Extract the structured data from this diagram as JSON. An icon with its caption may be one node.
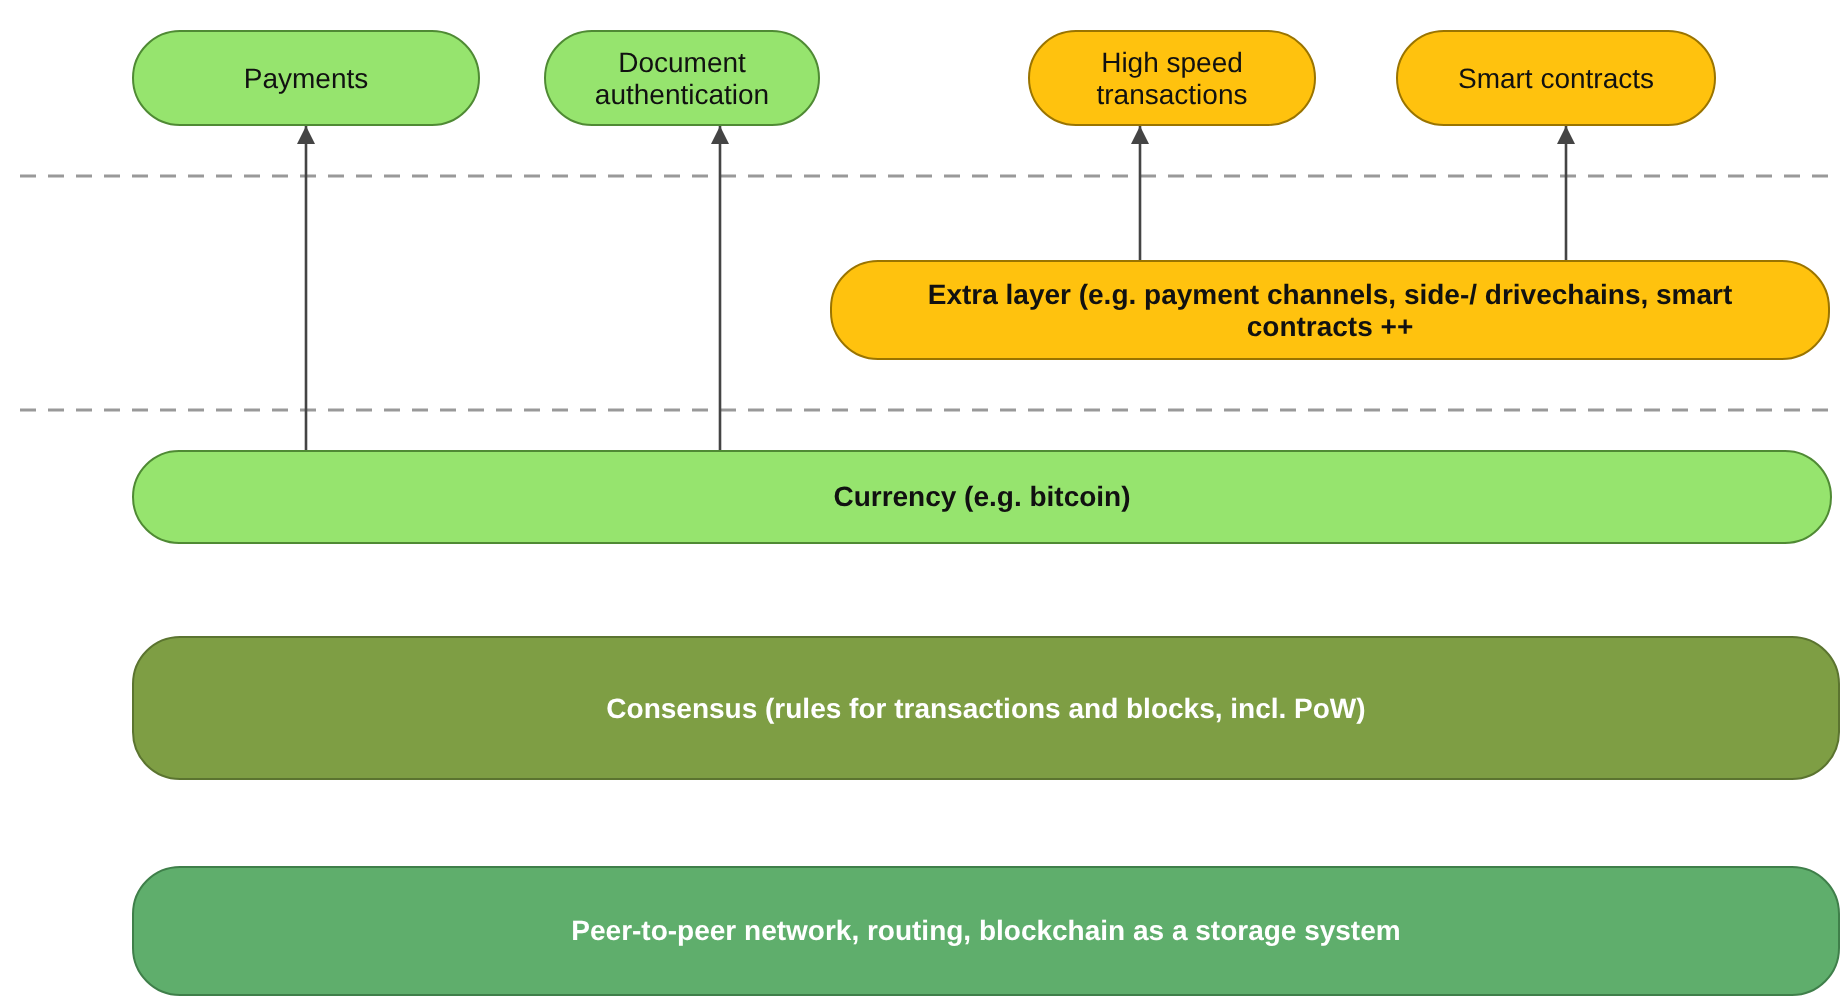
{
  "diagram": {
    "nodes": [
      {
        "text": [
          "Payments"
        ]
      },
      {
        "text": [
          "Document authentication"
        ]
      },
      {
        "text": [
          "High speed transactions"
        ]
      },
      {
        "text": [
          "Smart contracts"
        ]
      },
      {
        "text": [
          "Extra layer (e.g. payment channels, side-/ drivechains, smart contracts ++"
        ]
      },
      {
        "text": [
          "Currency (e.g. bitcoin)"
        ]
      },
      {
        "text": [
          "Consensus (rules for transactions and blocks, incl. PoW)"
        ]
      },
      {
        "text": [
          "Peer-to-peer network, routing, blockchain as a storage system"
        ]
      }
    ],
    "edges": [
      {
        "from": 5,
        "to": 0,
        "arrow": "to"
      },
      {
        "from": 5,
        "to": 1,
        "arrow": "to"
      },
      {
        "from": 4,
        "to": 2,
        "arrow": "to"
      },
      {
        "from": 4,
        "to": 3,
        "arrow": "to"
      }
    ]
  }
}
